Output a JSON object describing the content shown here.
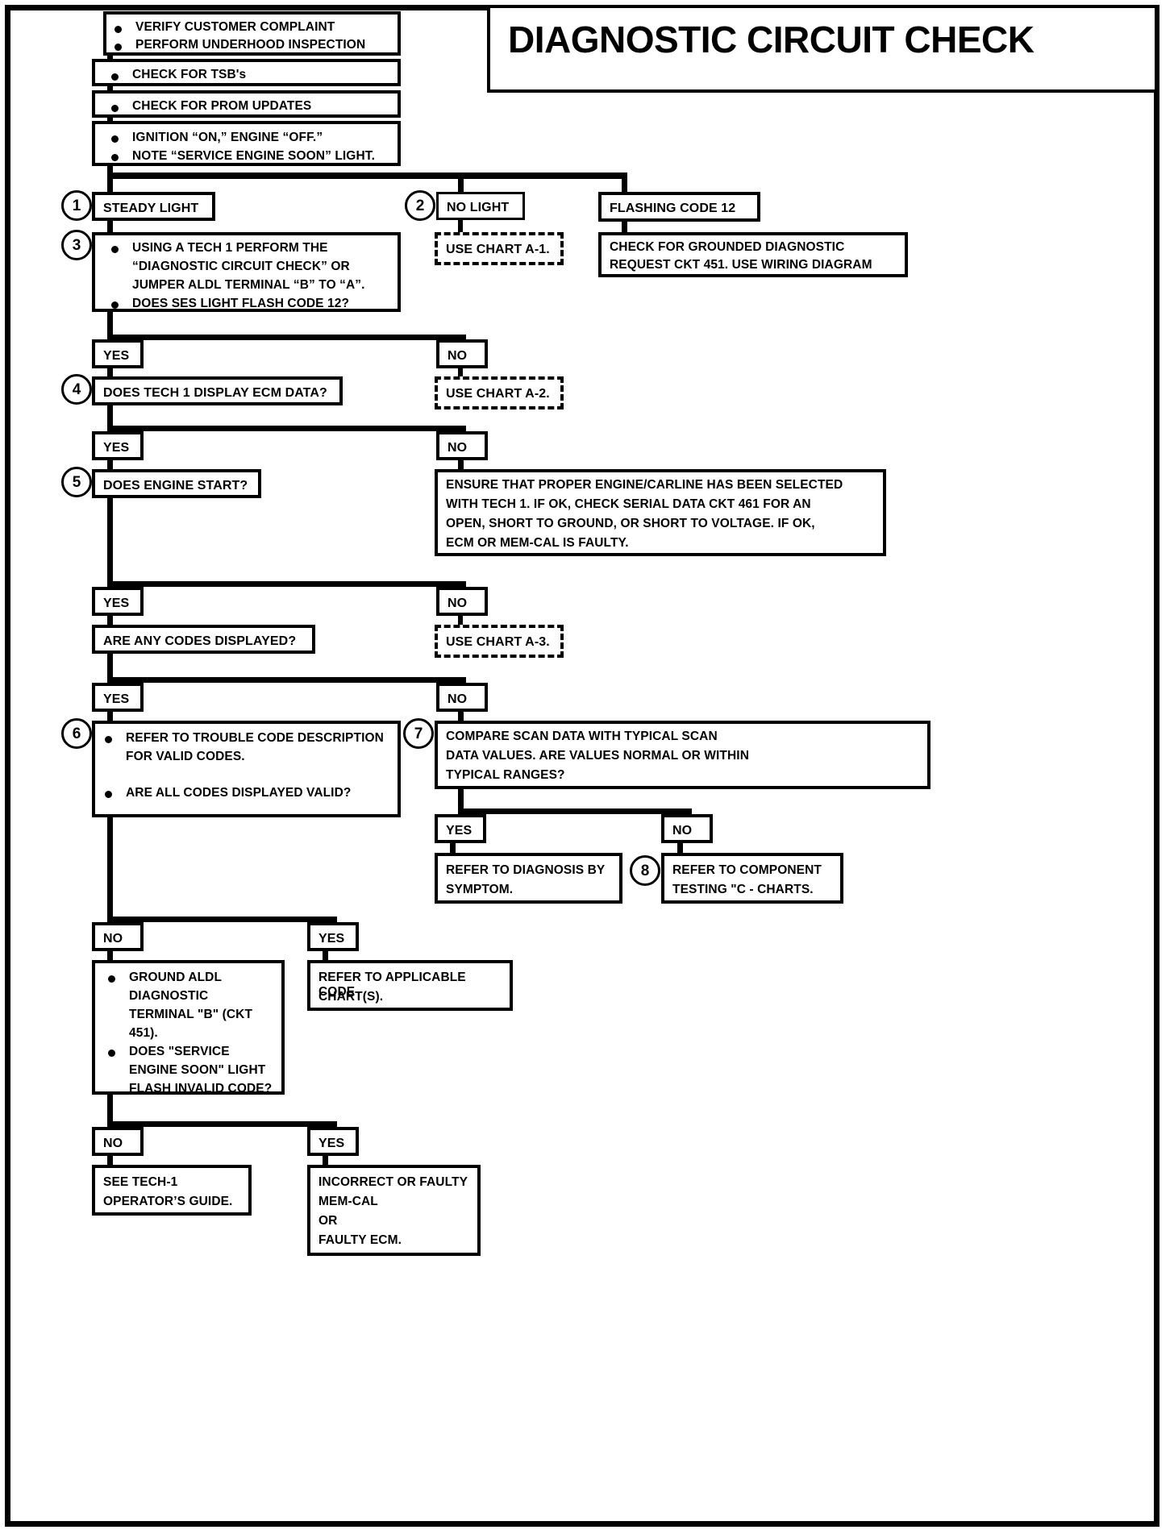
{
  "page": {
    "title": "DIAGNOSTIC CIRCUIT CHECK"
  },
  "steps": {
    "s1": "1",
    "s2": "2",
    "s3": "3",
    "s4": "4",
    "s5": "5",
    "s6": "6",
    "s7": "7",
    "s8": "8"
  },
  "nodes": {
    "verify": {
      "b1": "VERIFY CUSTOMER COMPLAINT",
      "b2": "PERFORM UNDERHOOD INSPECTION"
    },
    "tsb": {
      "b1": "CHECK FOR TSB's"
    },
    "prom": {
      "b1": "CHECK FOR PROM UPDATES"
    },
    "ignition": {
      "b1": "IGNITION “ON,” ENGINE  “OFF.”",
      "b2": "NOTE “SERVICE ENGINE SOON” LIGHT."
    },
    "steady_light": "STEADY LIGHT",
    "no_light": "NO LIGHT",
    "flashing_code_12": "FLASHING CODE 12",
    "use_chart_a1": "USE CHART A-1.",
    "grounded_request": {
      "l1": "CHECK FOR GROUNDED DIAGNOSTIC",
      "l2": "REQUEST CKT 451.  USE WIRING DIAGRAM"
    },
    "tech1_perform": {
      "b1_l1": "USING A TECH 1 PERFORM THE",
      "b1_l2": "“DIAGNOSTIC CIRCUIT CHECK” OR",
      "b1_l3": "JUMPER  ALDL TERMINAL “B” TO “A”.",
      "b2": "DOES SES LIGHT FLASH CODE 12?"
    },
    "yes1": "YES",
    "no1": "NO",
    "ecm_data": "DOES TECH 1 DISPLAY ECM DATA?",
    "use_chart_a2": "USE CHART A-2.",
    "yes2": "YES",
    "no2": "NO",
    "engine_start": "DOES ENGINE START?",
    "ensure_proper": {
      "l1": "ENSURE THAT PROPER ENGINE/CARLINE HAS BEEN SELECTED",
      "l2": "WITH TECH 1.  IF OK, CHECK SERIAL DATA CKT 461 FOR AN",
      "l3": "OPEN, SHORT TO GROUND, OR SHORT TO VOLTAGE.  IF OK,",
      "l4": "ECM OR MEM-CAL IS FAULTY."
    },
    "yes3": "YES",
    "no3": "NO",
    "any_codes": "ARE ANY CODES DISPLAYED?",
    "use_chart_a3": "USE CHART A-3.",
    "yes4": "YES",
    "no4": "NO",
    "refer_trouble_code": {
      "b1_l1": "REFER TO  TROUBLE CODE DESCRIPTION",
      "b1_l2": "FOR VALID CODES.",
      "b2": "ARE ALL CODES DISPLAYED  VALID?"
    },
    "compare_scan": {
      "l1": "COMPARE  SCAN DATA WITH TYPICAL  SCAN",
      "l2": "DATA VALUES.  ARE VALUES NORMAL  OR WITHIN",
      "l3": "TYPICAL RANGES?"
    },
    "yes5": "YES",
    "no5": "NO",
    "refer_symptom": {
      "l1": "REFER TO  DIAGNOSIS BY",
      "l2": "SYMPTOM."
    },
    "refer_component": {
      "l1": "REFER TO  COMPONENT",
      "l2": "TESTING \"C - CHARTS."
    },
    "no6": "NO",
    "yes6": "YES",
    "ground_aldl": {
      "b1_l1": "GROUND ALDL",
      "b1_l2": "DIAGNOSTIC",
      "b1_l3": "TERMINAL \"B\" (CKT",
      "b1_l4": "451).",
      "b2_l1": "DOES \"SERVICE",
      "b2_l2": "ENGINE SOON\" LIGHT",
      "b2_l3": "FLASH INVALID CODE?"
    },
    "refer_applicable": {
      "l1": "REFER TO APPLICABLE CODE",
      "l2": "CHART(S)."
    },
    "no7": "NO",
    "yes7": "YES",
    "see_tech1": {
      "l1": "SEE TECH-1",
      "l2": "OPERATOR’S GUIDE."
    },
    "incorrect_memcal": {
      "l1": "INCORRECT OR FAULTY",
      "l2": "MEM-CAL",
      "l3": "OR",
      "l4": "FAULTY ECM."
    }
  }
}
